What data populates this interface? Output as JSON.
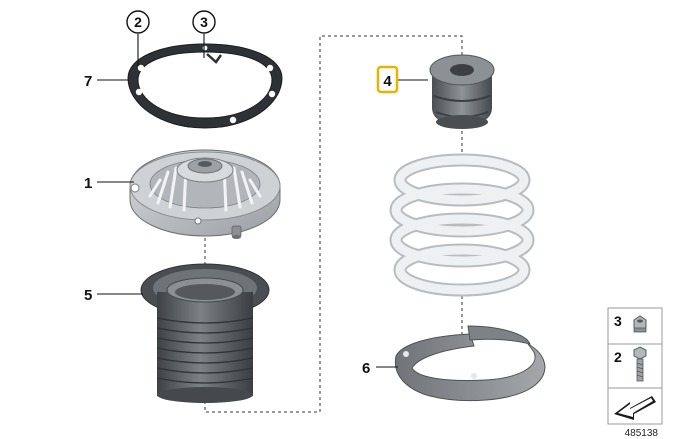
{
  "callouts": {
    "p1": "1",
    "p2": "2",
    "p3": "3",
    "p4": "4",
    "p5": "5",
    "p6": "6",
    "p7": "7"
  },
  "legend": {
    "item_nut": "3",
    "item_bolt": "2"
  },
  "diagram_number": "485138",
  "colors": {
    "highlight": "#e8b400",
    "rubber_dark": "#5c6065",
    "metal_light": "#c4c7ca",
    "spring": "#e9ecee"
  }
}
